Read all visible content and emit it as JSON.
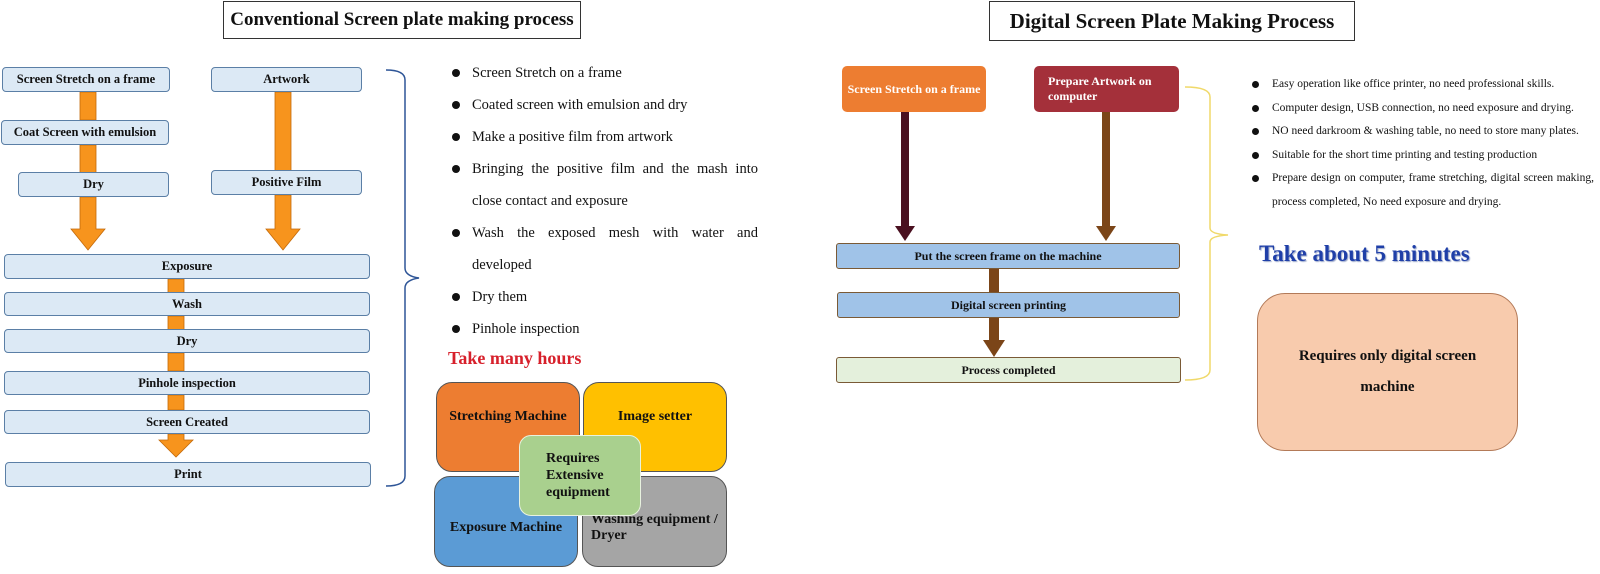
{
  "left": {
    "title": "Conventional Screen plate making process",
    "flow": {
      "stretch": "Screen Stretch on a frame",
      "coat": "Coat Screen with emulsion",
      "dry1": "Dry",
      "artwork": "Artwork",
      "positive_film": "Positive Film",
      "exposure": "Exposure",
      "wash": "Wash",
      "dry2": "Dry",
      "pinhole": "Pinhole inspection",
      "screen_created": "Screen Created",
      "print": "Print"
    },
    "bullets": [
      "Screen Stretch on a frame",
      "Coated screen with emulsion and dry",
      "Make a positive film from artwork",
      "Bringing the positive film and the mash into close contact and exposure",
      "Wash the exposed mesh with water and developed",
      "Dry them",
      "Pinhole inspection"
    ],
    "time_note": "Take many hours",
    "equipment": {
      "stretching": "Stretching Machine",
      "image_setter": "Image setter",
      "exposure": "Exposure Machine",
      "washing": "Washing equipment / Dryer",
      "center": "Requires Extensive equipment"
    }
  },
  "right": {
    "title": "Digital Screen Plate Making Process",
    "flow": {
      "stretch": "Screen Stretch on a frame",
      "artwork": "Prepare Artwork on computer",
      "put_frame": "Put the screen frame on the machine",
      "digital_printing": "Digital screen printing",
      "completed": "Process completed"
    },
    "bullets": [
      "Easy operation like office printer, no need professional skills.",
      "Computer design, USB connection, no need exposure and drying.",
      "NO need darkroom & washing table, no need to store many plates.",
      "Suitable for the short time printing and testing production",
      "Prepare design on computer, frame stretching, digital screen making, process completed, No need exposure and drying."
    ],
    "time_note": "Take about 5 minutes",
    "requirement": "Requires only digital screen machine"
  },
  "colors": {
    "orange_arrow": "#f7941d",
    "box_fill": "#dce9f5",
    "hours_red": "#d7202b",
    "minutes_blue": "#1f3fa8",
    "brace_blue": "#2e5597",
    "brace_yellow": "#f0d96a"
  }
}
